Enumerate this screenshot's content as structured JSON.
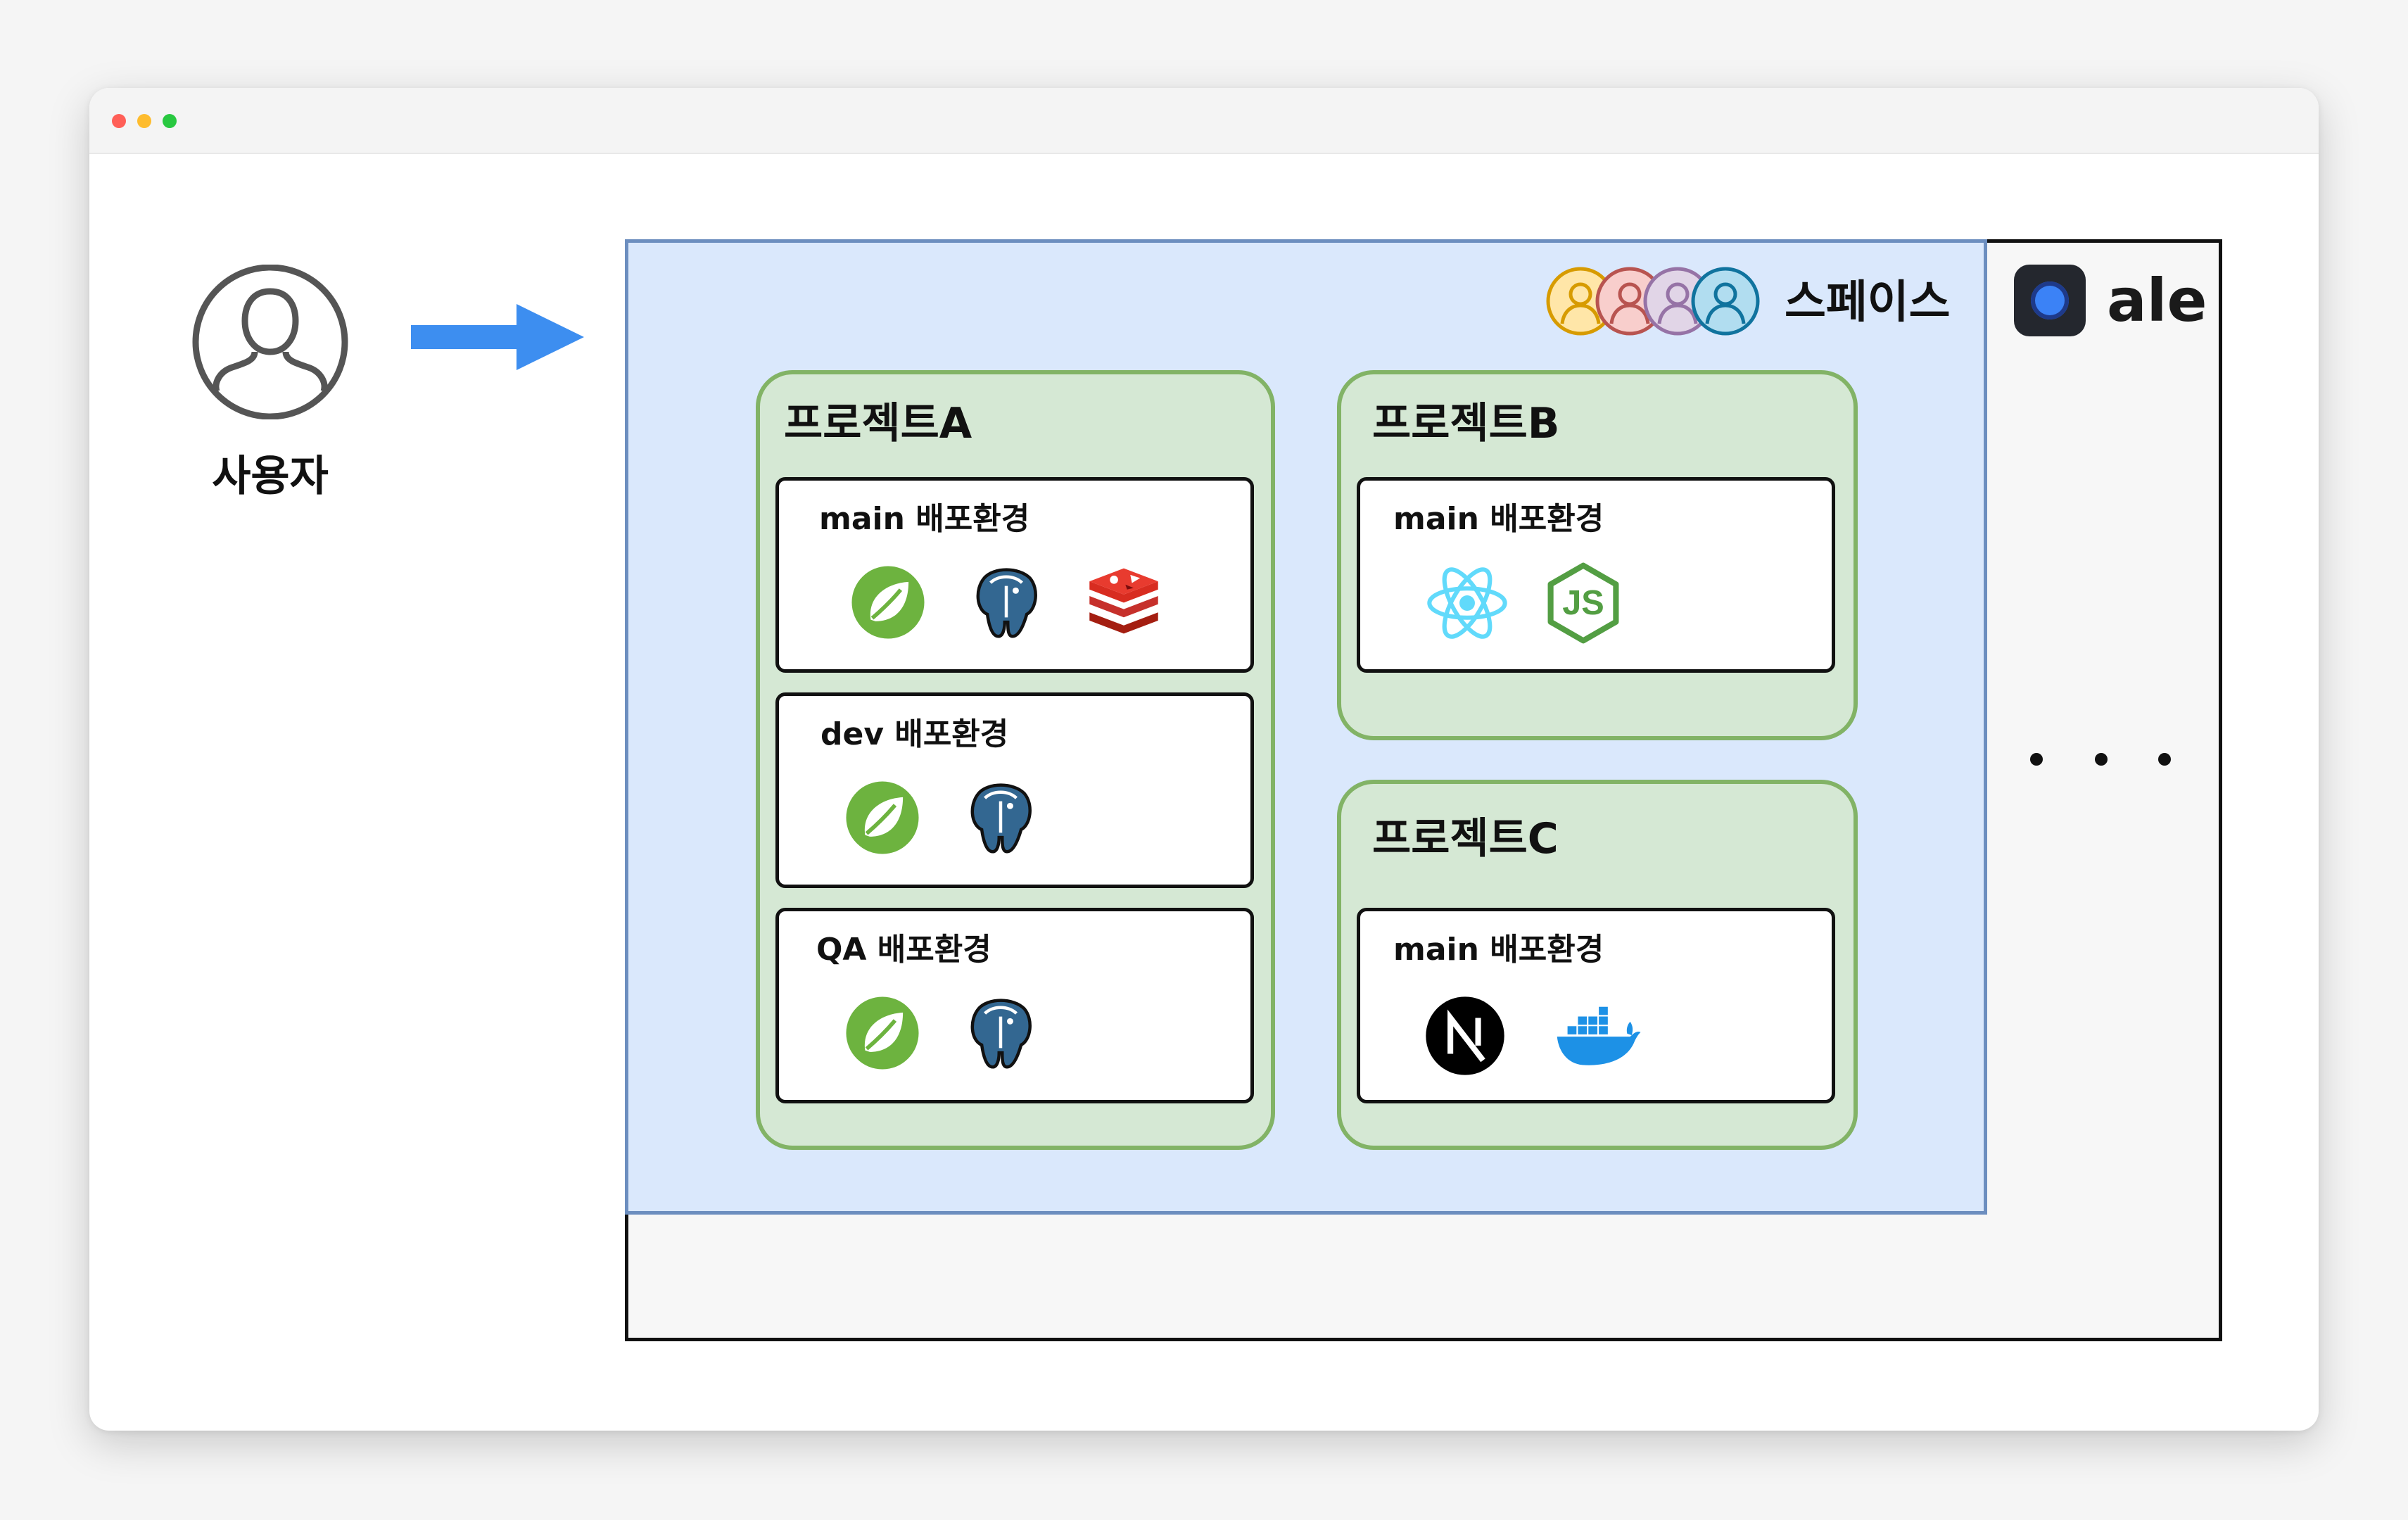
{
  "user": {
    "label": "사용자",
    "icon": "user-icon"
  },
  "platform": {
    "name": "ale",
    "logo": "ale-logo-icon",
    "more": "ellipsis-icon"
  },
  "space": {
    "label": "스페이스",
    "members_icon": "space-members-icon"
  },
  "projects": [
    {
      "title": "프로젝트A",
      "envs": [
        {
          "title": "main 배포환경",
          "icons": [
            "spring-icon",
            "postgresql-icon",
            "redis-icon"
          ]
        },
        {
          "title": "dev 배포환경",
          "icons": [
            "spring-icon",
            "postgresql-icon"
          ]
        },
        {
          "title": "QA 배포환경",
          "icons": [
            "spring-icon",
            "postgresql-icon"
          ]
        }
      ]
    },
    {
      "title": "프로젝트B",
      "envs": [
        {
          "title": "main 배포환경",
          "icons": [
            "react-icon",
            "nodejs-icon"
          ]
        }
      ]
    },
    {
      "title": "프로젝트C",
      "envs": [
        {
          "title": "main 배포환경",
          "icons": [
            "nextjs-icon",
            "docker-icon"
          ]
        }
      ]
    }
  ],
  "colors": {
    "space_fill": "#dae8fc",
    "space_border": "#6c8ebf",
    "project_fill": "#d5e8d4",
    "project_border": "#82b366",
    "arrow": "#3d8ef0"
  }
}
